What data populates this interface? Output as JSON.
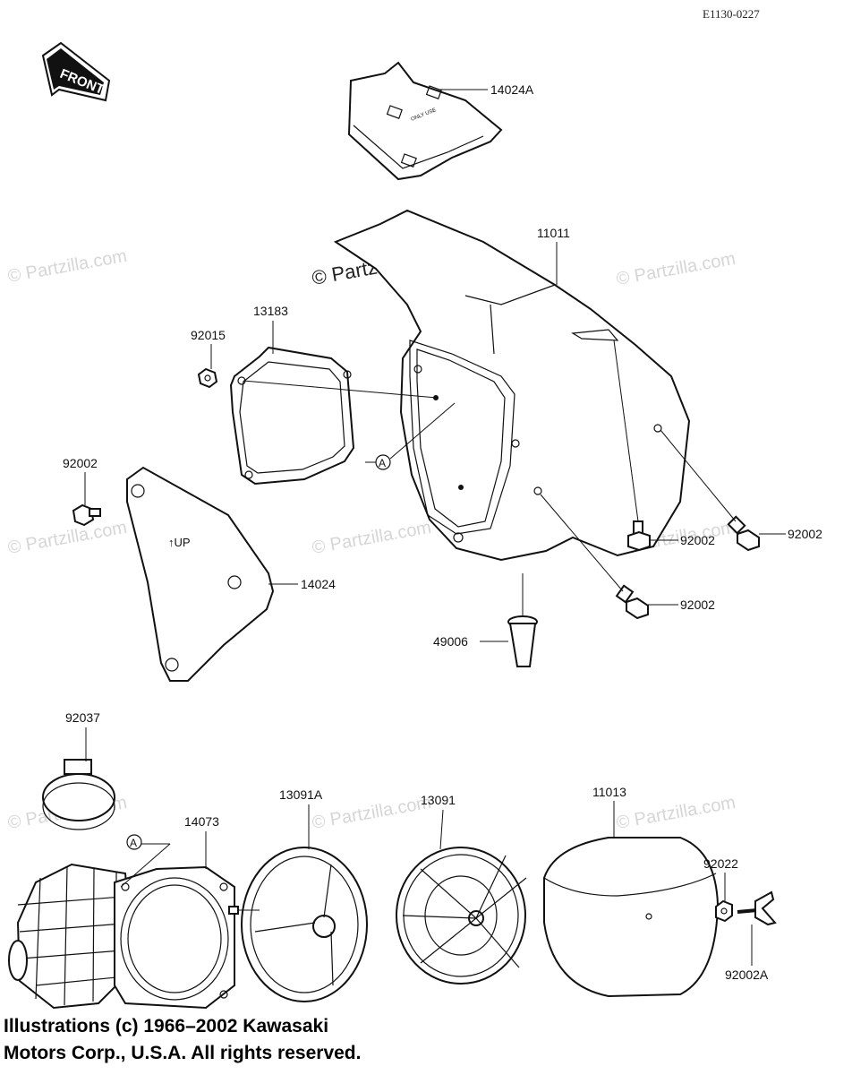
{
  "diagram_code": "E1130-0227",
  "front_marker": "FRONT",
  "watermark": "© Partzilla.com",
  "up_marker": "↑UP",
  "ref_marker": "A",
  "parts": {
    "p14024A": "14024A",
    "p11011": "11011",
    "p13183": "13183",
    "p92015": "92015",
    "p92002_left": "92002",
    "p14024": "14024",
    "p92002_a": "92002",
    "p92002_b": "92002",
    "p92002_c": "92002",
    "p49006": "49006",
    "p92037": "92037",
    "p14073": "14073",
    "p13091A": "13091A",
    "p13091": "13091",
    "p11013": "11013",
    "p92022": "92022",
    "p92002A": "92002A"
  },
  "copyright": {
    "line1": "Illustrations (c) 1966–2002 Kawasaki",
    "line2": "Motors Corp., U.S.A.  All rights reserved."
  }
}
